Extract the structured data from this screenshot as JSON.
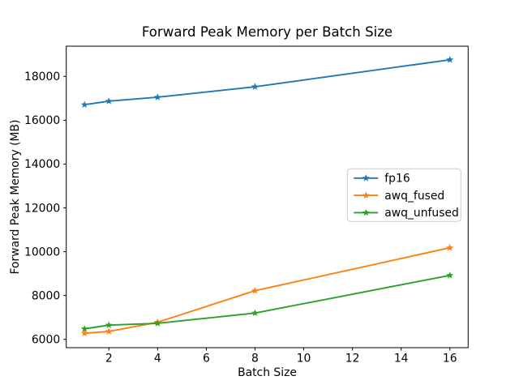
{
  "figure": {
    "title": "Forward Peak Memory per Batch Size",
    "xlabel": "Batch Size",
    "ylabel": "Forward Peak Memory (MB)"
  },
  "chart_data": {
    "type": "line",
    "title": "Forward Peak Memory per Batch Size",
    "xlabel": "Batch Size",
    "ylabel": "Forward Peak Memory (MB)",
    "x": [
      1,
      2,
      4,
      8,
      16
    ],
    "series": [
      {
        "name": "fp16",
        "color": "#1f77b4",
        "marker": "star",
        "values": [
          16710,
          16870,
          17050,
          17530,
          18760
        ]
      },
      {
        "name": "awq_fused",
        "color": "#ff7f0e",
        "marker": "star",
        "values": [
          6280,
          6360,
          6780,
          8220,
          10180
        ]
      },
      {
        "name": "awq_unfused",
        "color": "#2ca02c",
        "marker": "star",
        "values": [
          6480,
          6650,
          6730,
          7200,
          8920
        ]
      }
    ],
    "xticks": [
      2,
      4,
      6,
      8,
      10,
      12,
      14,
      16
    ],
    "yticks": [
      6000,
      8000,
      10000,
      12000,
      14000,
      16000,
      18000
    ],
    "xlim": [
      0.25,
      16.75
    ],
    "ylim": [
      5620,
      19380
    ],
    "grid": false,
    "legend": {
      "position": "center-right",
      "entries": [
        "fp16",
        "awq_fused",
        "awq_unfused"
      ]
    },
    "axis_color": "#000000",
    "background_color": "#ffffff"
  }
}
